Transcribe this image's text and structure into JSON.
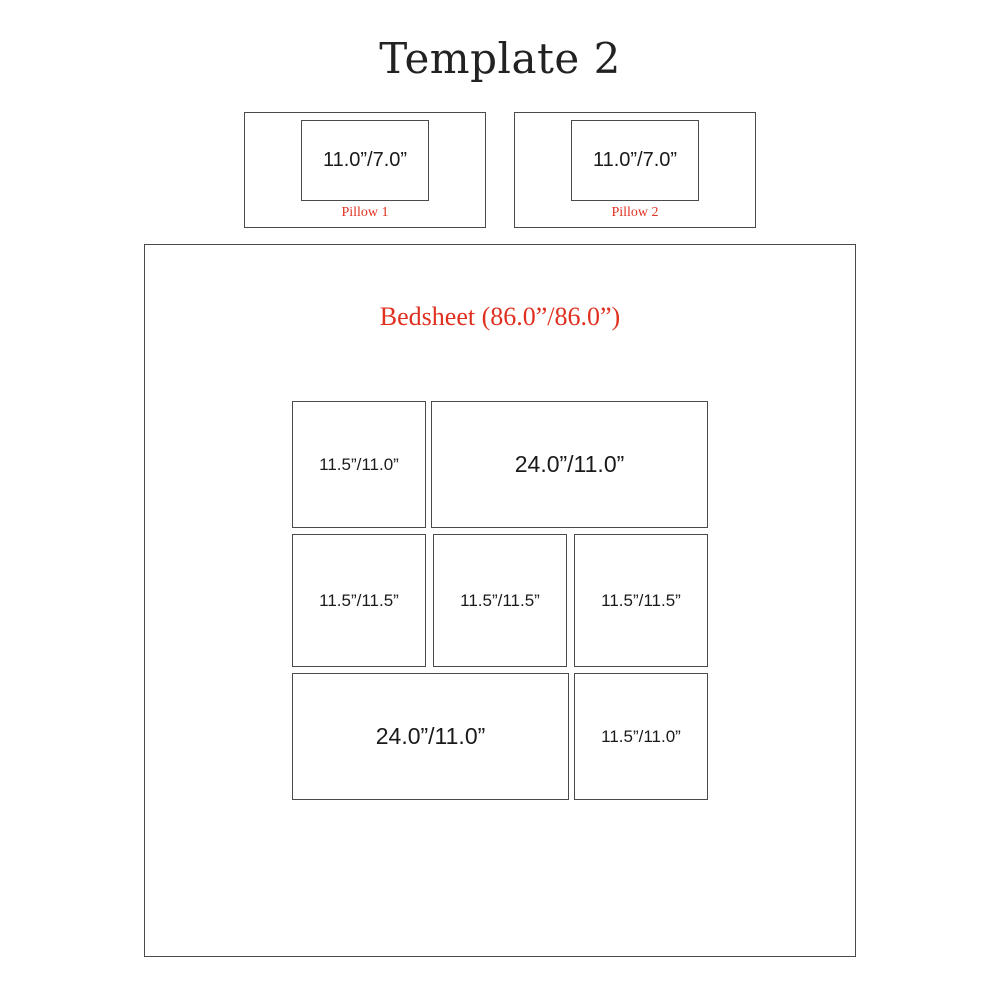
{
  "title": "Template 2",
  "accent_color": "#e03020",
  "pillows": [
    {
      "label": "Pillow 1",
      "size": "11.0”/7.0”"
    },
    {
      "label": "Pillow 2",
      "size": "11.0”/7.0”"
    }
  ],
  "bedsheet": {
    "label": "Bedsheet (86.0”/86.0”)",
    "panels": [
      "11.5”/11.0”",
      "24.0”/11.0”",
      "11.5”/11.5”",
      "11.5”/11.5”",
      "11.5”/11.5”",
      "24.0”/11.0”",
      "11.5”/11.0”"
    ]
  }
}
